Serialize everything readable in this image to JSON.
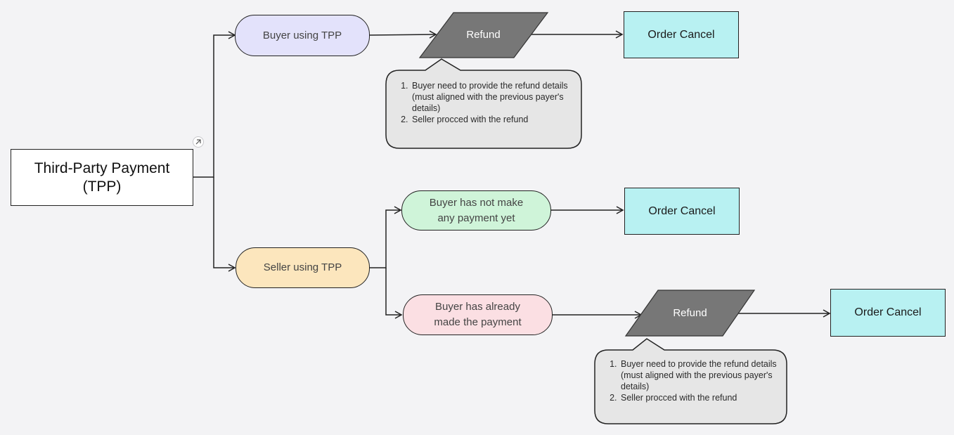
{
  "root": {
    "line1": "Third-Party Payment",
    "line2": "(TPP)"
  },
  "branches": {
    "buyer_tpp": {
      "label": "Buyer using TPP",
      "refund": "Refund",
      "order_cancel": "Order Cancel",
      "note": [
        "Buyer need to provide the refund details (must aligned with the previous payer's details)",
        "Seller procced with the refund"
      ]
    },
    "seller_tpp": {
      "label": "Seller using TPP",
      "no_payment": {
        "line1": "Buyer has not make",
        "line2": "any payment yet",
        "order_cancel": "Order Cancel"
      },
      "paid": {
        "line1": "Buyer has already",
        "line2": "made the payment",
        "refund": "Refund",
        "order_cancel": "Order Cancel",
        "note": [
          "Buyer need to provide the refund details (must aligned with the previous payer's details)",
          "Seller procced with the refund"
        ]
      }
    }
  },
  "colors": {
    "buyer_pill": "#e3e2fb",
    "seller_pill": "#fce6bd",
    "no_payment_pill": "#cff4d9",
    "paid_pill": "#fbdfe3",
    "order_cancel": "#b8f1f2",
    "refund": "#777777",
    "note": "#e6e6e6"
  }
}
